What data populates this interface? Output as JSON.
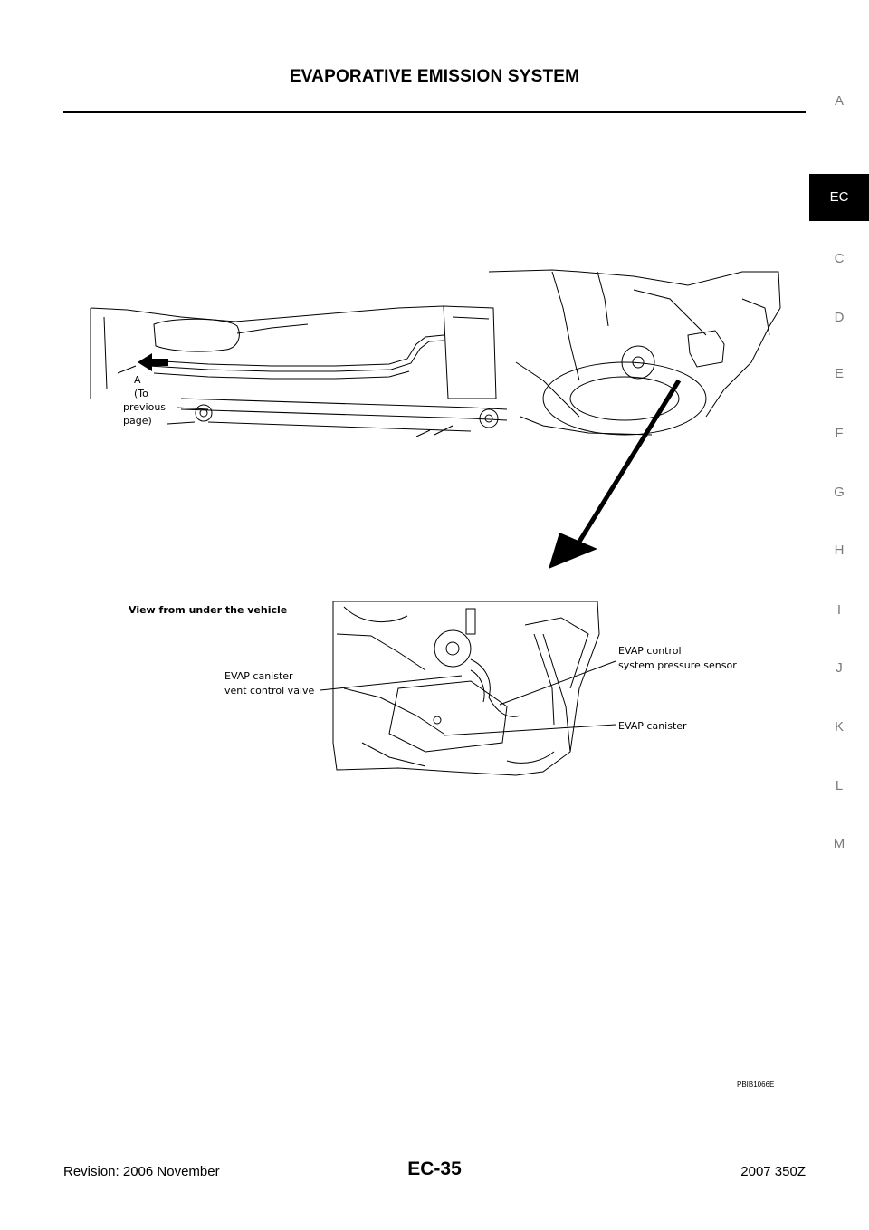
{
  "header": {
    "title": "EVAPORATIVE EMISSION SYSTEM"
  },
  "side_tabs": [
    {
      "label": "A",
      "active": false
    },
    {
      "label": "EC",
      "active": true
    },
    {
      "label": "C",
      "active": false
    },
    {
      "label": "D",
      "active": false
    },
    {
      "label": "E",
      "active": false
    },
    {
      "label": "F",
      "active": false
    },
    {
      "label": "G",
      "active": false
    },
    {
      "label": "H",
      "active": false
    },
    {
      "label": "I",
      "active": false
    },
    {
      "label": "J",
      "active": false
    },
    {
      "label": "K",
      "active": false
    },
    {
      "label": "L",
      "active": false
    },
    {
      "label": "M",
      "active": false
    }
  ],
  "figure": {
    "ref_lines": [
      "A",
      "(To",
      "previous",
      "page)"
    ],
    "view_caption": "View from under the vehicle",
    "callouts": {
      "vent_valve": [
        "EVAP canister",
        "vent control valve"
      ],
      "pressure_sensor": [
        "EVAP control",
        "system pressure sensor"
      ],
      "canister": "EVAP canister"
    },
    "figure_id": "PBIB1066E"
  },
  "footer": {
    "revision": "Revision: 2006 November",
    "page": "EC-35",
    "model": "2007 350Z"
  }
}
